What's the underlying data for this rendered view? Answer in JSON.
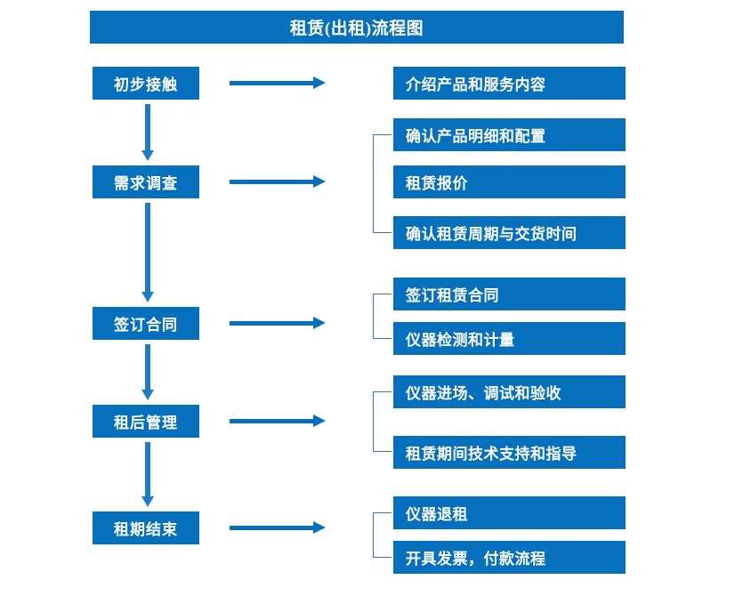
{
  "chart_data": {
    "type": "diagram",
    "diagram_type": "flowchart",
    "title": "租赁(出租)流程图",
    "orientation": "top-to-bottom with right-side detail branches",
    "stages": [
      {
        "id": "stage-1",
        "label": "初步接触",
        "details": [
          "介绍产品和服务内容"
        ],
        "bracketed": false
      },
      {
        "id": "stage-2",
        "label": "需求调查",
        "details": [
          "确认产品明细和配置",
          "租赁报价",
          "确认租赁周期与交货时间"
        ],
        "bracketed": true
      },
      {
        "id": "stage-3",
        "label": "签订合同",
        "details": [
          "签订租赁合同",
          "仪器检测和计量"
        ],
        "bracketed": true
      },
      {
        "id": "stage-4",
        "label": "租后管理",
        "details": [
          "仪器进场、调试和验收",
          "租赁期间技术支持和指导"
        ],
        "bracketed": true
      },
      {
        "id": "stage-5",
        "label": "租期结束",
        "details": [
          "仪器退租",
          "开具发票，付款流程"
        ],
        "bracketed": true
      }
    ]
  },
  "header": {
    "title": "租赁(出租)流程图"
  },
  "stages": {
    "s1": "初步接触",
    "s2": "需求调查",
    "s3": "签订合同",
    "s4": "租后管理",
    "s5": "租期结束"
  },
  "details": {
    "d1": "介绍产品和服务内容",
    "d2": "确认产品明细和配置",
    "d3": "租赁报价",
    "d4": "确认租赁周期与交货时间",
    "d5": "签订租赁合同",
    "d6": "仪器检测和计量",
    "d7": "仪器进场、调试和验收",
    "d8": "租赁期间技术支持和指导",
    "d9": "仪器退租",
    "d10": "开具发票，付款流程"
  },
  "colors": {
    "brand_blue": "#0770BC",
    "arrow_blue": "#1E7CC4",
    "bracket_blue": "#2E79B5",
    "text_on_blue": "#FFFFFF",
    "background": "#FFFFFF"
  }
}
